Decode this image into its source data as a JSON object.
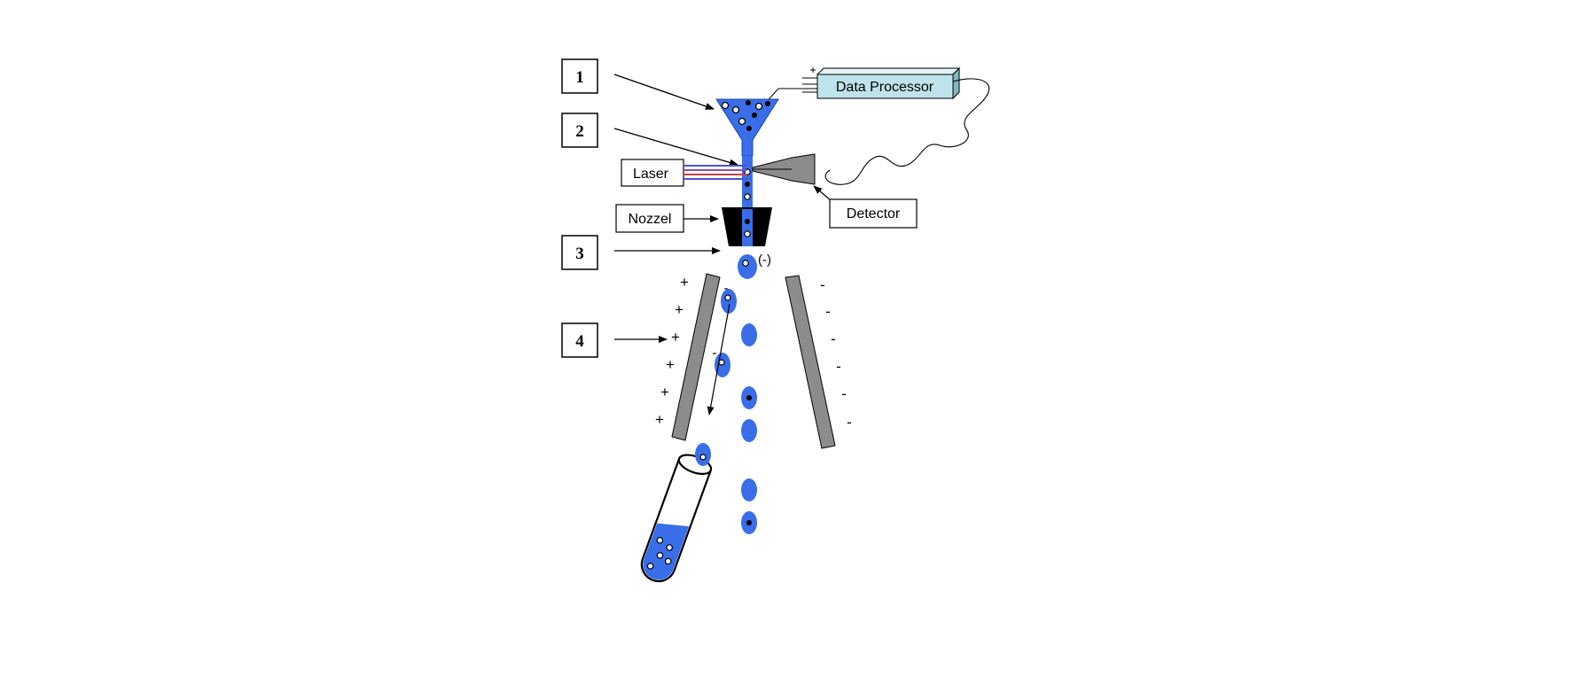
{
  "steps": [
    "1",
    "2",
    "3",
    "4"
  ],
  "labels": {
    "data_processor": "Data Processor",
    "laser": "Laser",
    "detector": "Detector",
    "nozzle": "Nozzel",
    "droplet_charge": "(-)"
  },
  "charges": {
    "positive": "+",
    "negative": "-"
  },
  "colors": {
    "fluid": "#3a6ee8",
    "fluid_dark": "#2346a8",
    "plate": "#8c8c8c",
    "processor_fill": "#bfe3ea",
    "laser_blue": "#4a55c8",
    "laser_red": "#c8404a",
    "laser_purple": "#8a50b0"
  },
  "icons": [
    "funnel-icon",
    "nozzle-icon",
    "detector-icon",
    "test-tube-icon",
    "cell-icon",
    "droplet-icon"
  ]
}
